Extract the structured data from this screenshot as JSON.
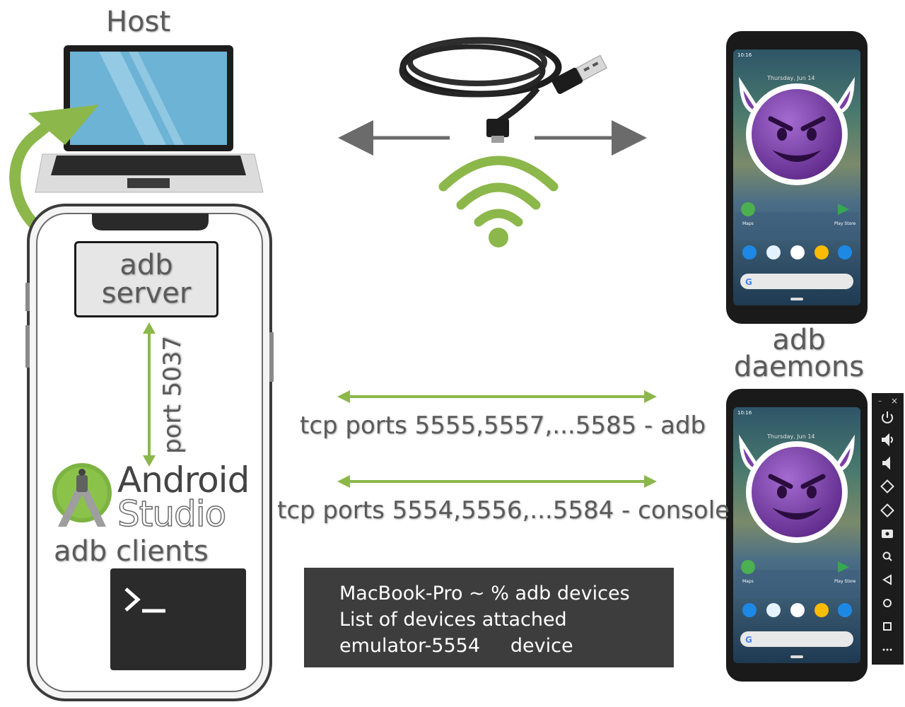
{
  "host": {
    "title": "Host"
  },
  "server": {
    "line1": "adb",
    "line2": "server"
  },
  "port": {
    "label": "port 5037"
  },
  "android_studio": {
    "line1": "Android",
    "line2": "Studio"
  },
  "clients": {
    "label": "adb clients"
  },
  "daemons": {
    "line1": "adb",
    "line2": "daemons"
  },
  "connections": {
    "adb_ports": "tcp ports 5555,5557,...5585 - adb",
    "console_ports": "tcp ports 5554,5556,...5584 - console"
  },
  "terminal": {
    "prompt_glyph": ">_",
    "lines": [
      "MacBook-Pro ~ % adb devices",
      "List of devices attached",
      "emulator-5554     device"
    ]
  },
  "devices": {
    "date_text": "Thursday, Jun 14",
    "status_time": "10:16",
    "search_glyph": "G",
    "app_labels": [
      "Maps",
      "Play Store"
    ]
  },
  "emulator_toolbar": {
    "minimize": "–",
    "close": "×"
  },
  "icons": [
    "laptop-icon",
    "usb-cable-icon",
    "wifi-icon",
    "smartphone-icon",
    "android-studio-logo",
    "terminal-icon",
    "devil-emoji-icon",
    "power-icon",
    "volume-up-icon",
    "volume-down-icon",
    "rotate-left-icon",
    "rotate-right-icon",
    "camera-icon",
    "zoom-icon",
    "back-icon",
    "home-icon",
    "overview-icon",
    "more-icon"
  ],
  "colors": {
    "accent_green": "#8cb74a",
    "text_gray": "#5a5a5a",
    "arrow_gray": "#6b6b6b",
    "devil_purple": "#7b3fa6",
    "terminal_bg": "#3d3d3d",
    "android_green": "#7cb342"
  }
}
